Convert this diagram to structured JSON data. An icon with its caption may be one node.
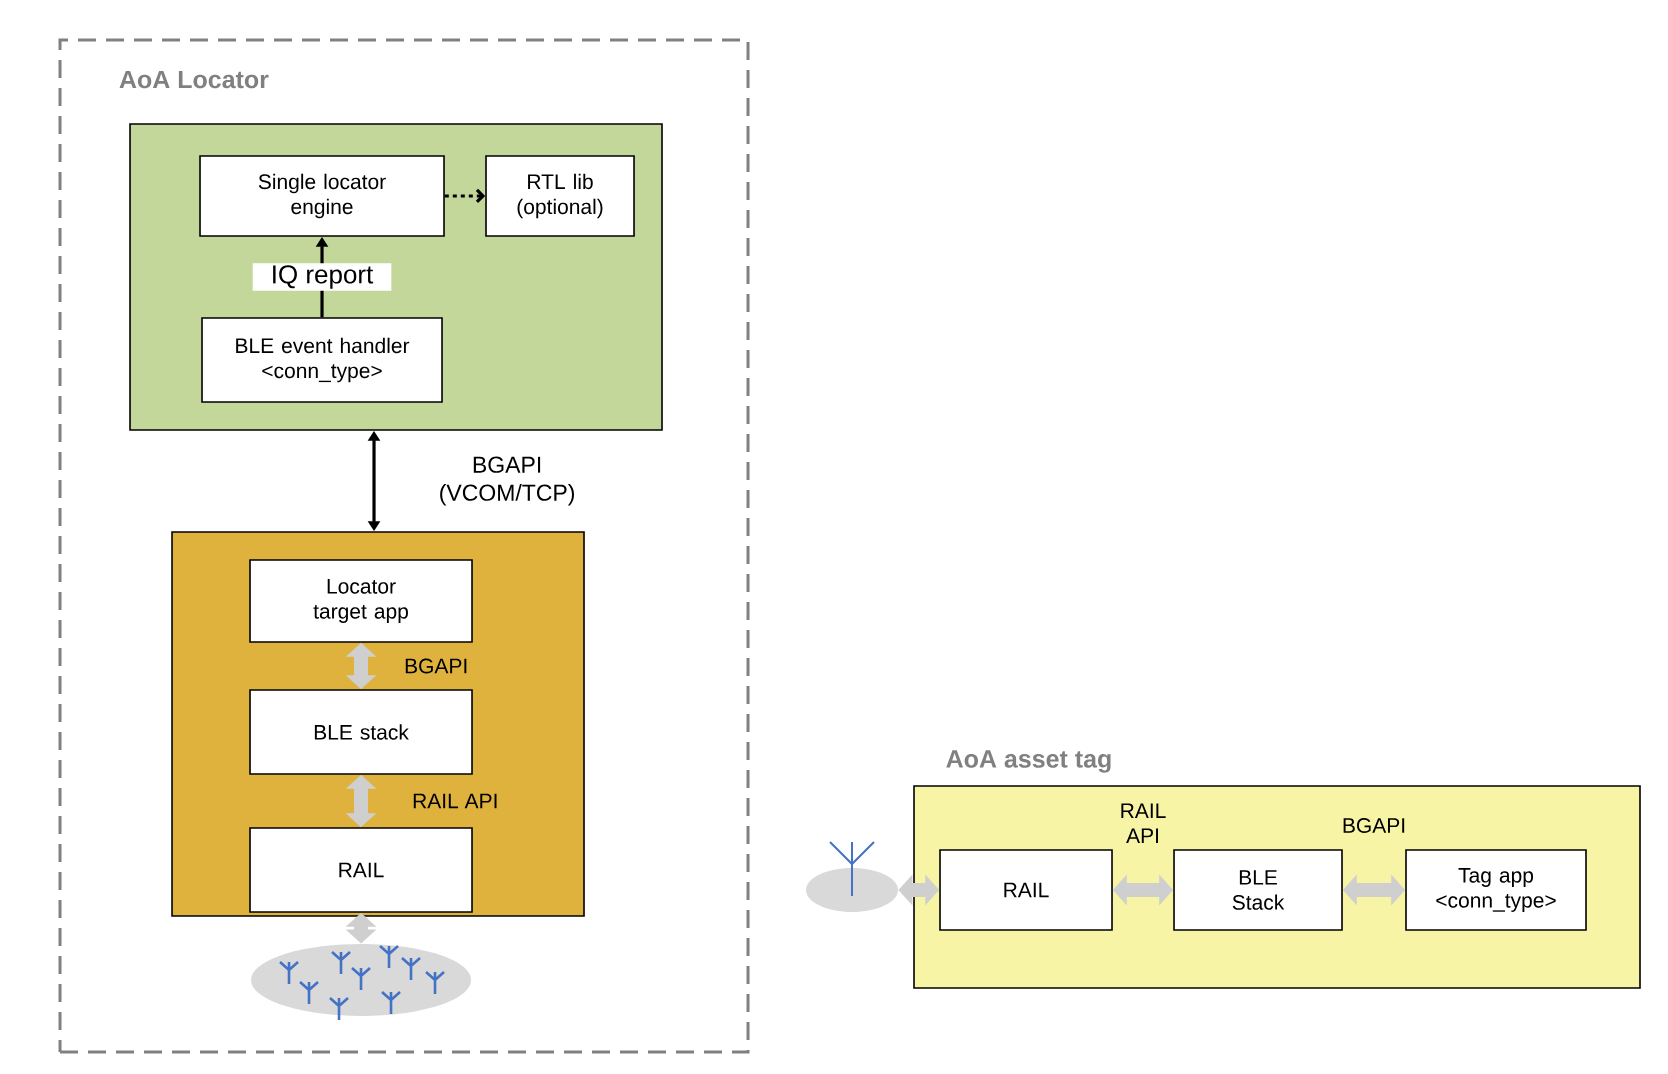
{
  "diagram": {
    "nodes": [
      {
        "text": [
          "AoA Locator"
        ]
      },
      {
        "text": [],
        "shape": "box",
        "in": 0
      },
      {
        "text": [
          "Single locator engine"
        ],
        "in": 1
      },
      {
        "text": [
          "RTL lib (optional)"
        ],
        "in": 1
      },
      {
        "text": [
          "BLE event handler <conn_type>"
        ],
        "in": 1
      },
      {
        "text": [],
        "shape": "box",
        "in": 0
      },
      {
        "text": [
          "Locator target app"
        ],
        "in": 5
      },
      {
        "text": [
          "BLE stack"
        ],
        "in": 5
      },
      {
        "text": [
          "RAIL"
        ],
        "in": 5
      },
      {
        "text": [],
        "shape": "picture",
        "in": 0
      },
      {
        "text": [
          "AoA asset tag"
        ]
      },
      {
        "text": [
          "RAIL"
        ],
        "in": 10
      },
      {
        "text": [
          "BLE Stack"
        ],
        "in": 10
      },
      {
        "text": [
          "Tag app <conn_type>"
        ],
        "in": 10
      },
      {
        "text": [],
        "shape": "circle"
      }
    ],
    "edges": [
      {
        "from": 4,
        "to": 2,
        "arrow": "to",
        "label": "IQ report",
        "color": "#000000"
      },
      {
        "from": 2,
        "to": 3,
        "arrow": "to",
        "style": "dashed",
        "color": "#000000"
      },
      {
        "from": 1,
        "to": 5,
        "arrow": "both",
        "label": "BGAPI (VCOM/TCP)",
        "color": "#000000"
      },
      {
        "from": 6,
        "to": 7,
        "arrow": "both",
        "label": "BGAPI"
      },
      {
        "from": 7,
        "to": 8,
        "arrow": "both",
        "label": "RAIL API"
      },
      {
        "from": 8,
        "to": 9,
        "arrow": "both"
      },
      {
        "from": 14,
        "to": 11,
        "arrow": "both"
      },
      {
        "from": 11,
        "to": 12,
        "arrow": "both",
        "label": "RAIL API"
      },
      {
        "from": 12,
        "to": 13,
        "arrow": "both",
        "label": "BGAPI"
      }
    ]
  }
}
